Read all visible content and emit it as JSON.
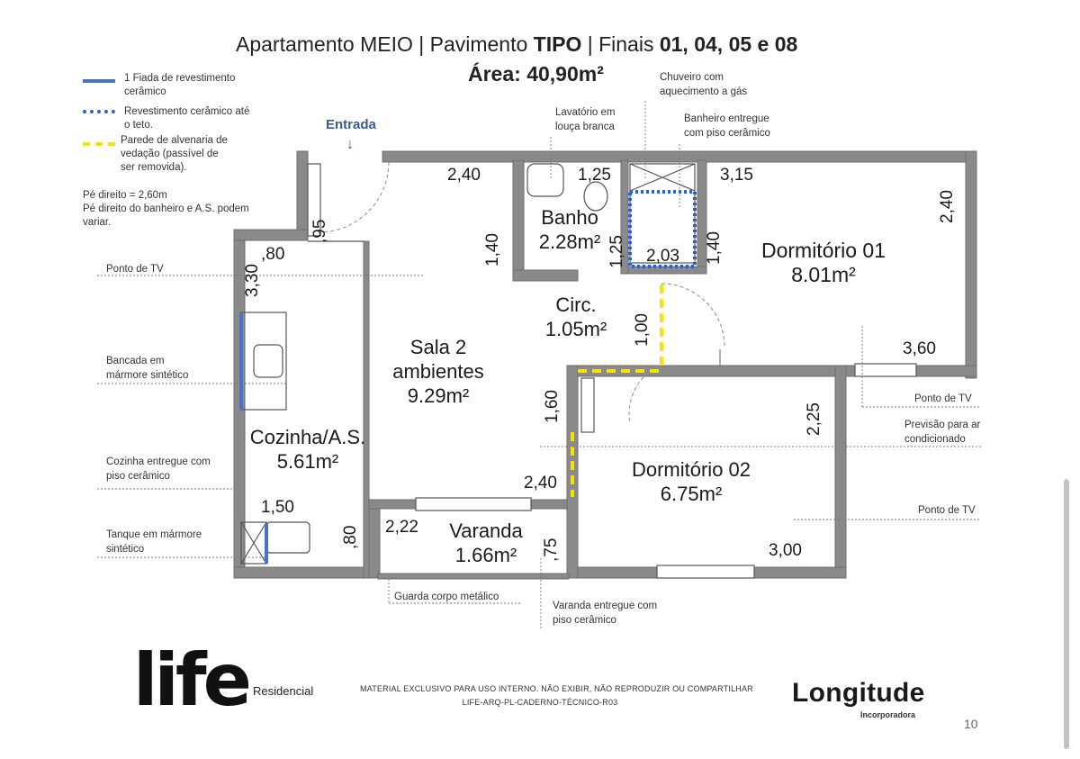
{
  "header": {
    "title_prefix": "Apartamento MEIO | Pavimento ",
    "title_bold1": "TIPO",
    "title_mid": " | Finais ",
    "title_bold2": "01, 04, 05 e 08",
    "area": "Área: 40,90m²"
  },
  "legend": {
    "item1": "1 Fiada de revestimento cerâmico",
    "item2": "Revestimento cerâmico até o teto.",
    "item3": "Parede de alvenaria de vedação (passível de ser removida).",
    "note1": "Pé direito = 2,60m",
    "note2": "Pé direito do banheiro e A.S. podem variar.",
    "colors": {
      "blue_solid": "#4a72c6",
      "blue_dotted": "#2f5fc8",
      "yellow_dashed": "#f2e600"
    }
  },
  "entrada": "Entrada",
  "rooms": {
    "banho": [
      "Banho",
      "2.28m²"
    ],
    "dorm01": [
      "Dormitório 01",
      "8.01m²"
    ],
    "circ": [
      "Circ.",
      "1.05m²"
    ],
    "sala": [
      "Sala 2",
      "ambientes",
      "9.29m²"
    ],
    "cozinha": [
      "Cozinha/A.S.",
      "5.61m²"
    ],
    "dorm02": [
      "Dormitório 02",
      "6.75m²"
    ],
    "varanda": [
      "Varanda",
      "1.66m²"
    ]
  },
  "dims": {
    "d240_top": "2,40",
    "d125_top": "1,25",
    "d315": "3,15",
    "d240_right": "2,40",
    "d95": ",95",
    "d80_top": ",80",
    "d330": "3,30",
    "d140_left": "1,40",
    "d125_bath": "1,25",
    "d203": "2,03",
    "d140_right": "1,40",
    "d100": "1,00",
    "d360": "3,60",
    "d160": "1,60",
    "d225": "2,25",
    "d240_mid": "2,40",
    "d150": "1,50",
    "d80_bottom": ",80",
    "d222": "2,22",
    "d75": ",75",
    "d300": "3,00"
  },
  "callouts": {
    "chuveiro": "Chuveiro com aquecimento a gás",
    "lavatorio": "Lavatório em louça branca",
    "banheiro": "Banheiro entregue com piso cerâmico",
    "tv1": "Ponto de TV",
    "bancada": "Bancada em mármore sintético",
    "cozinha_piso": "Cozinha entregue com piso cerâmico",
    "tanque": "Tanque em mármore sintético",
    "tv2": "Ponto de TV",
    "ar": "Previsão para ar condicionado",
    "tv3": "Ponto de TV",
    "guarda": "Guarda corpo metálico",
    "varanda_piso": "Varanda entregue com piso cerâmico"
  },
  "footer": {
    "life": "life",
    "residencial": "Residencial",
    "disclaimer1": "MATERIAL EXCLUSIVO PARA USO INTERNO. NÃO EXIBIR, NÃO REPRODUZIR OU COMPARTILHAR",
    "disclaimer2": "LIFE-ARQ-PL-CADERNO-TÉCNICO-R03",
    "longitude": "Longitude",
    "incorporadora": "Incorporadora",
    "page": "10"
  }
}
